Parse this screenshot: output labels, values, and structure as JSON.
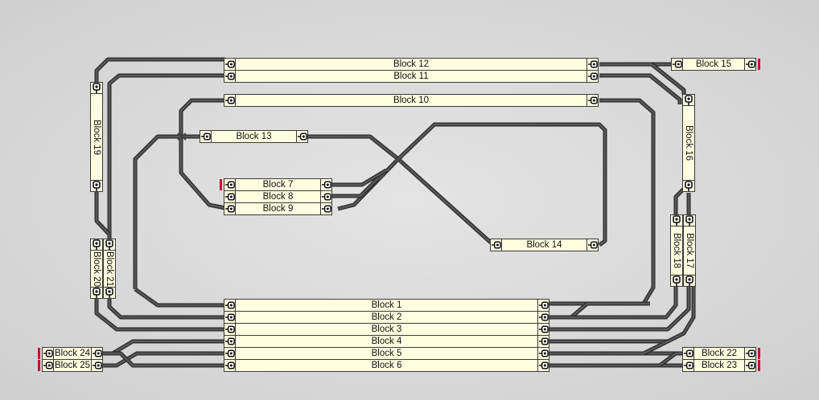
{
  "colors": {
    "track": "#575757",
    "track_edge": "#2a2a2a",
    "block_fill": "#fefee0",
    "bumper": "#c8102e",
    "background": "#d9d9d9"
  },
  "blocks": {
    "b1": "Block 1",
    "b2": "Block 2",
    "b3": "Block 3",
    "b4": "Block 4",
    "b5": "Block 5",
    "b6": "Block 6",
    "b7": "Block 7",
    "b8": "Block 8",
    "b9": "Block 9",
    "b10": "Block 10",
    "b11": "Block 11",
    "b12": "Block 12",
    "b13": "Block 13",
    "b14": "Block 14",
    "b15": "Block 15",
    "b16": "Block 16",
    "b17": "Block 17",
    "b18": "Block 18",
    "b19": "Block 19",
    "b20": "Block 20",
    "b21": "Block 21",
    "b22": "Block 22",
    "b23": "Block 23",
    "b24": "Block 24",
    "b25": "Block 25"
  },
  "icons": {
    "signal": "signal-icon",
    "bumper": "buffer-stop-icon",
    "switch": "turnout-icon",
    "crossing": "diamond-crossing-icon"
  }
}
